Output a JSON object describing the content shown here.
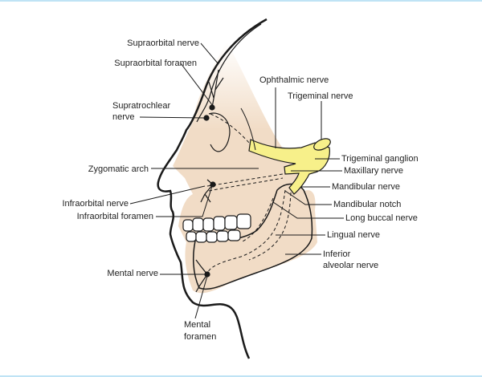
{
  "title": "Trigeminal nerve distribution in the face",
  "colors": {
    "skull": "#f1dcc6",
    "nerve": "#f7f08a",
    "line": "#1a1a1a"
  },
  "labels": {
    "supraorbital_nerve": "Supraorbital nerve",
    "supraorbital_foramen": "Supraorbital foramen",
    "supratrochlear_1": "Supratrochlear",
    "supratrochlear_2": "nerve",
    "zygomatic_arch": "Zygomatic arch",
    "infraorbital_nerve": "Infraorbital nerve",
    "infraorbital_foramen": "Infraorbital foramen",
    "mental_nerve": "Mental nerve",
    "mental_foramen_1": "Mental",
    "mental_foramen_2": "foramen",
    "ophthalmic_nerve": "Ophthalmic nerve",
    "trigeminal_nerve": "Trigeminal nerve",
    "trigeminal_ganglion": "Trigeminal ganglion",
    "maxillary_nerve": "Maxillary nerve",
    "mandibular_nerve": "Mandibular nerve",
    "mandibular_notch": "Mandibular notch",
    "long_buccal_nerve": "Long buccal nerve",
    "lingual_nerve": "Lingual nerve",
    "inferior_alveolar_1": "Inferior",
    "inferior_alveolar_2": "alveolar nerve"
  }
}
